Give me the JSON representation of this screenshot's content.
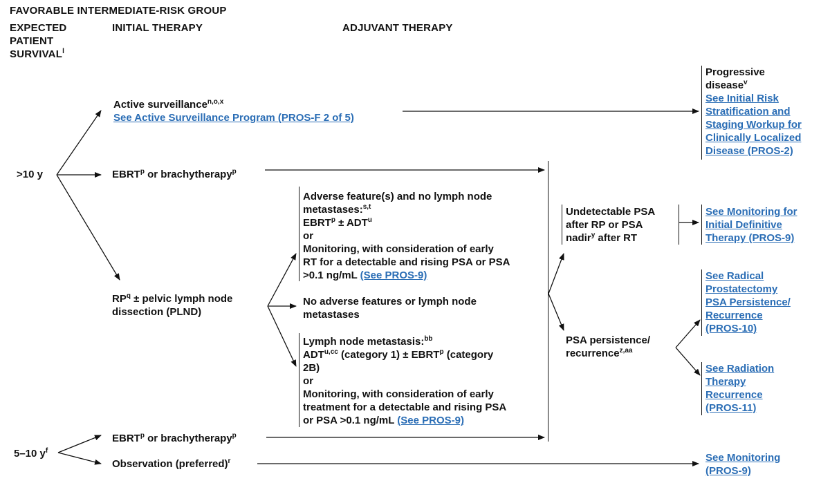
{
  "header": {
    "title": "FAVORABLE INTERMEDIATE-RISK GROUP",
    "col1_line1": "EXPECTED",
    "col1_line2": "PATIENT",
    "col1_line3": "SURVIVAL",
    "col1_sup": "l",
    "col2": "INITIAL THERAPY",
    "col3": "ADJUVANT THERAPY"
  },
  "survival": {
    "gt10": "&gt;10 y",
    "range_5_10": "5–10 y",
    "range_sup": "f"
  },
  "initial": {
    "active_label": "Active surveillance",
    "active_sup": "n,o,x",
    "active_link": "See Active Surveillance Program (PROS-F 2 of 5)",
    "ebrt_a": "EBRT",
    "sup_p": "p",
    "or_brachy": " or brachytherapy",
    "rp_a": "RP",
    "rp_sup": "q",
    "rp_b": " ± pelvic lymph node",
    "rp_c": "dissection (PLND)",
    "obs_label": "Observation (preferred)",
    "obs_sup": "r"
  },
  "adjuvant": {
    "adv_l1": "Adverse feature(s) and no lymph node",
    "adv_l2": "metastases:",
    "adv_sup": "s,t",
    "ebrt": "EBRT",
    "sup_p": "p",
    "pm_adt": " ± ADT",
    "sup_u": "u",
    "or": "or",
    "mon_l1": "Monitoring, with consideration of early",
    "mon_l2": "RT for a detectable and rising PSA or PSA",
    "mon_l3": "&gt;0.1 ng/mL ",
    "see_pros9": "(See PROS-9)",
    "noadv_l1": "No adverse features or lymph node",
    "noadv_l2": "metastases",
    "ln_l1": "Lymph node metastasis:",
    "ln_sup": "bb",
    "adt": "ADT",
    "adt_sup": "u,cc",
    "cat1": " (category 1) ± EBRT",
    "cat2b": " (category",
    "ln_l4": "2B)",
    "ln_or": "or",
    "lnmon_l1": "Monitoring, with consideration of early",
    "lnmon_l2": "treatment for a detectable and rising PSA",
    "lnmon_l3": "or PSA &gt;0.1 ng/mL "
  },
  "psa": {
    "undet_l1": "Undetectable PSA",
    "undet_l2": "after RP or PSA",
    "undet_l3": "nadir",
    "nadir_sup": "y",
    "undet_l3b": " after RT",
    "pers_l1": "PSA persistence/",
    "pers_l2": "recurrence",
    "pers_sup": "z,aa"
  },
  "outcomes": {
    "prog_l1": "Progressive",
    "prog_l2": "disease",
    "prog_sup": "v",
    "prog_link": [
      "See Initial Risk",
      "Stratification and",
      "Staging Workup for",
      "Clinically Localized",
      "Disease (PROS-2)"
    ],
    "mon_link": [
      "See Monitoring for",
      "Initial Definitive",
      "Therapy (PROS-9)"
    ],
    "rp_link": [
      "See Radical",
      "Prostatectomy",
      "PSA Persistence/",
      "Recurrence",
      "(PROS-10)"
    ],
    "rt_link": [
      "See Radiation",
      "Therapy",
      "Recurrence",
      "(PROS-11)"
    ],
    "obs_link": [
      "See Monitoring",
      "(PROS-9)"
    ]
  }
}
